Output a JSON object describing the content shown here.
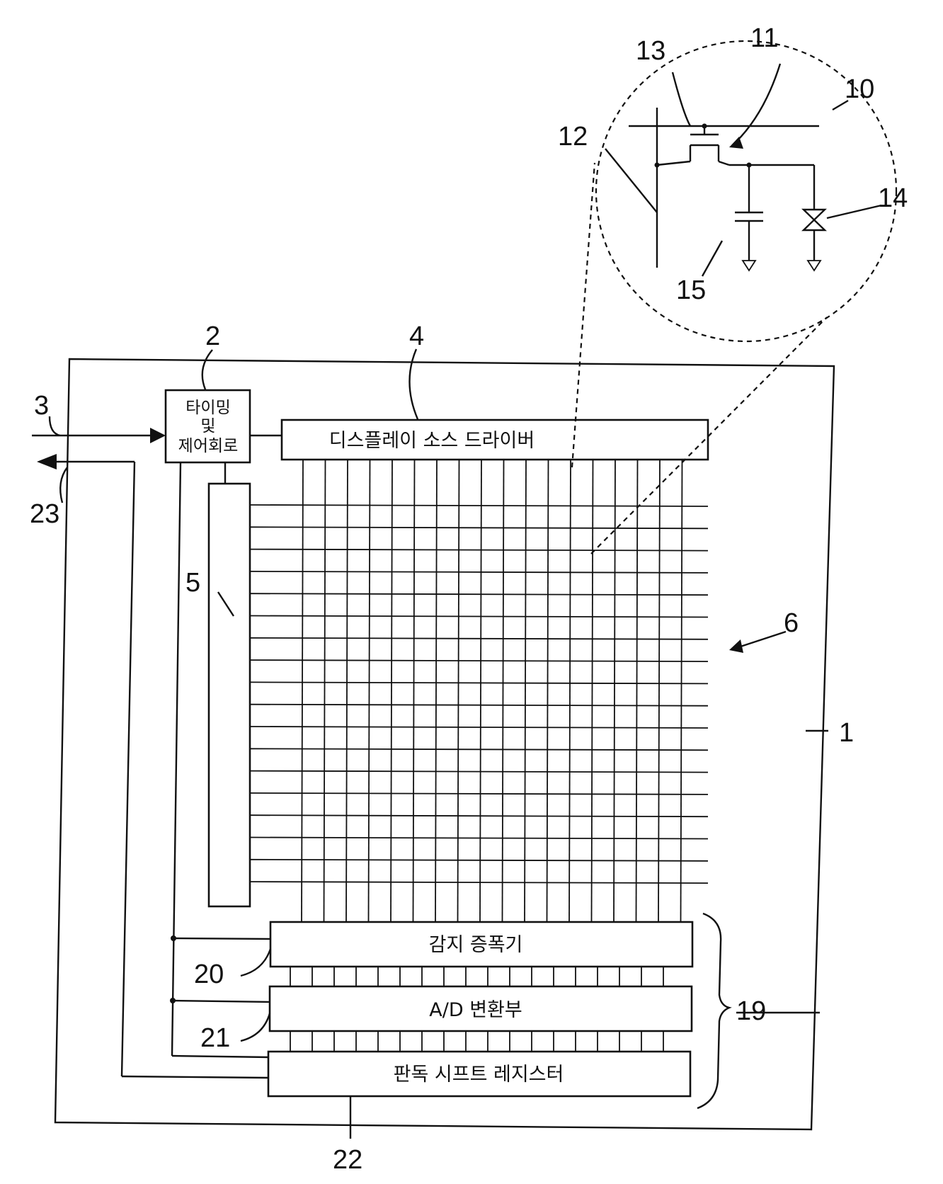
{
  "blocks": {
    "timing_control": [
      "타이밍",
      "및",
      "제어회로"
    ],
    "source_driver": "디스플레이 소스 드라이버",
    "sense_amp": "감지 증폭기",
    "adc": "A/D 변환부",
    "shift_register": "판독 시프트 레지스터"
  },
  "references": {
    "r1": "1",
    "r2": "2",
    "r3": "3",
    "r4": "4",
    "r5": "5",
    "r6": "6",
    "r10": "10",
    "r11": "11",
    "r12": "12",
    "r13": "13",
    "r14": "14",
    "r15": "15",
    "r19": "19",
    "r20": "20",
    "r21": "21",
    "r22": "22",
    "r23": "23"
  }
}
